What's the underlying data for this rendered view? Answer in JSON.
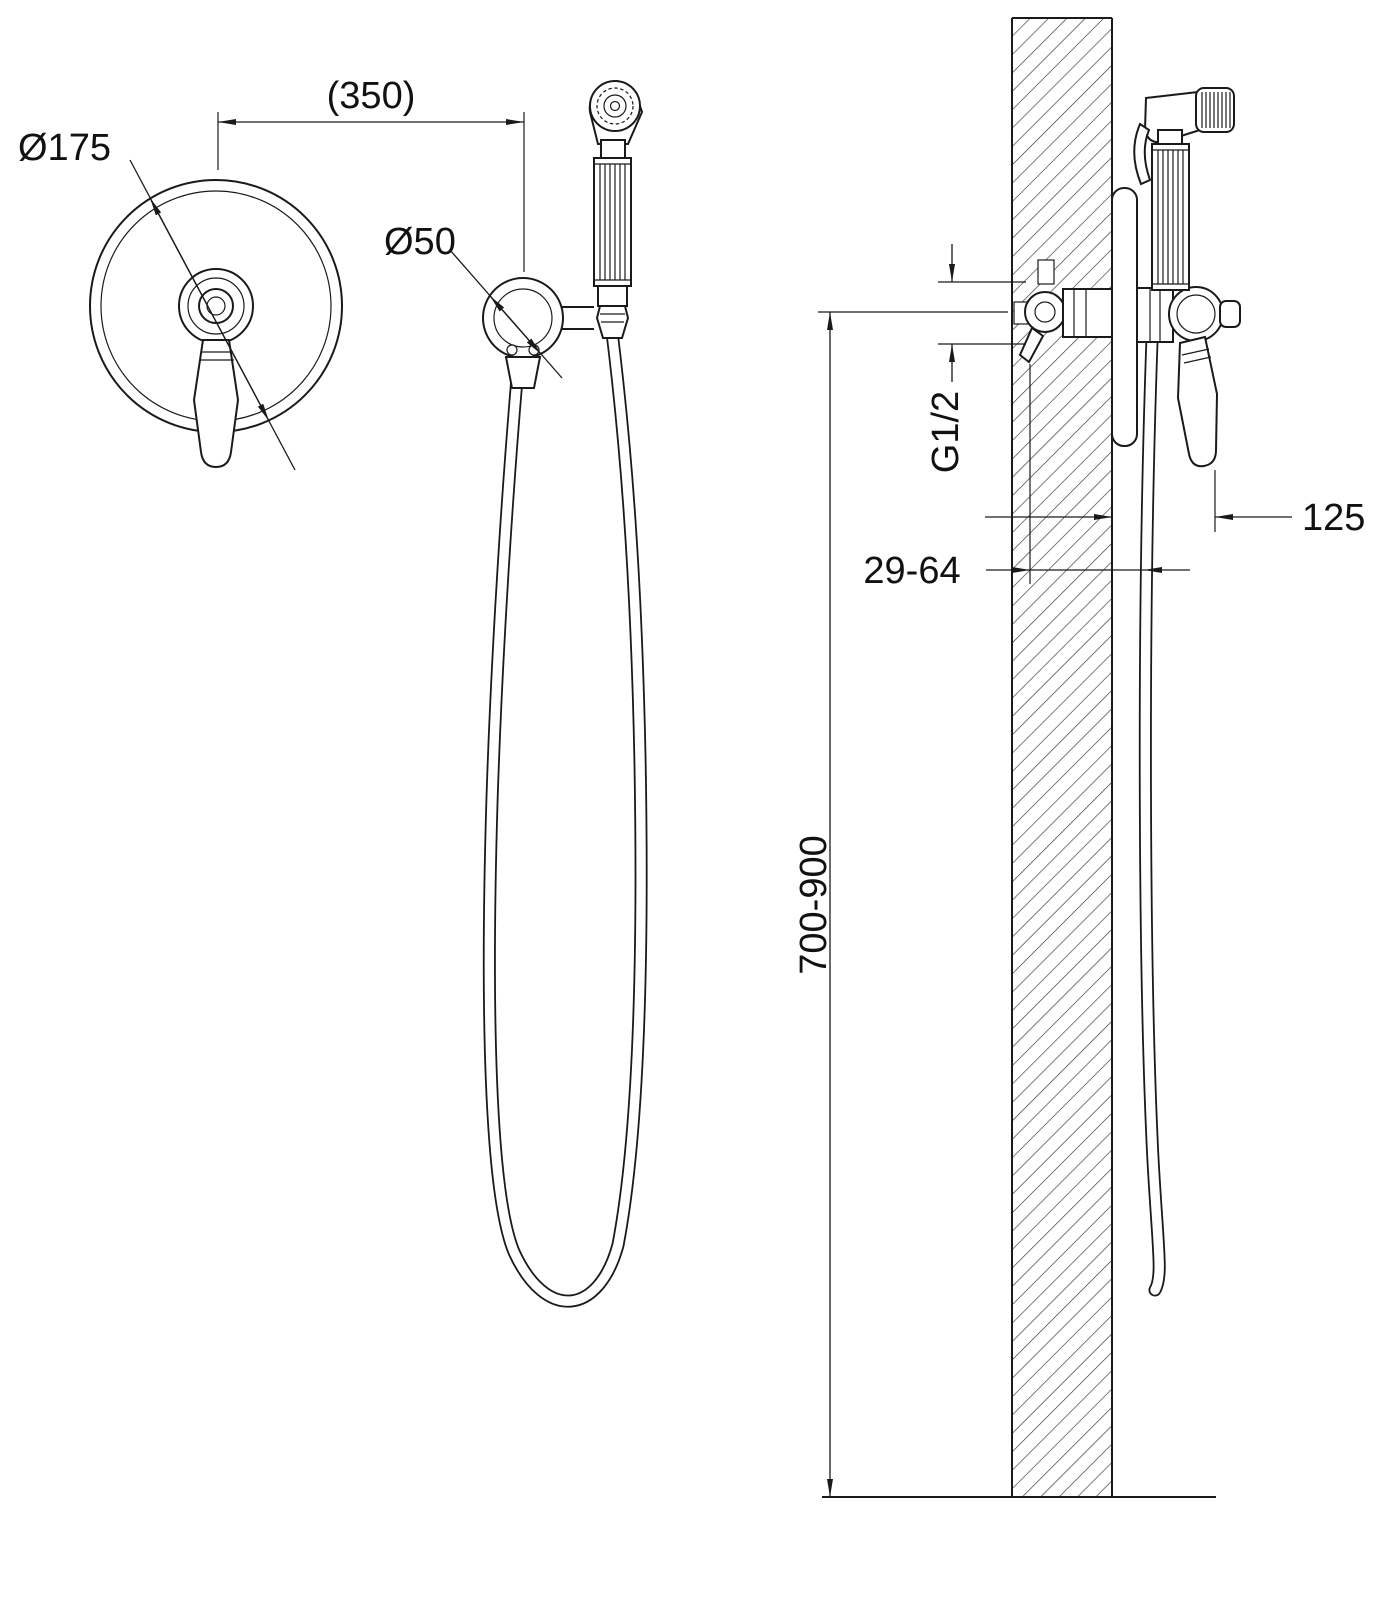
{
  "drawing": {
    "type": "installation-dimension-drawing",
    "views": [
      "front-view",
      "side-view-wall-section"
    ],
    "colors": {
      "line": "#1a1a1a",
      "background": "#ffffff"
    },
    "labels": {
      "front_plate_diameter": "Ø175",
      "center_distance": "(350)",
      "holder_diameter": "Ø50",
      "thread_size": "G1/2",
      "projection": "125",
      "depth_range": "29-64",
      "height_range": "700-900"
    }
  }
}
